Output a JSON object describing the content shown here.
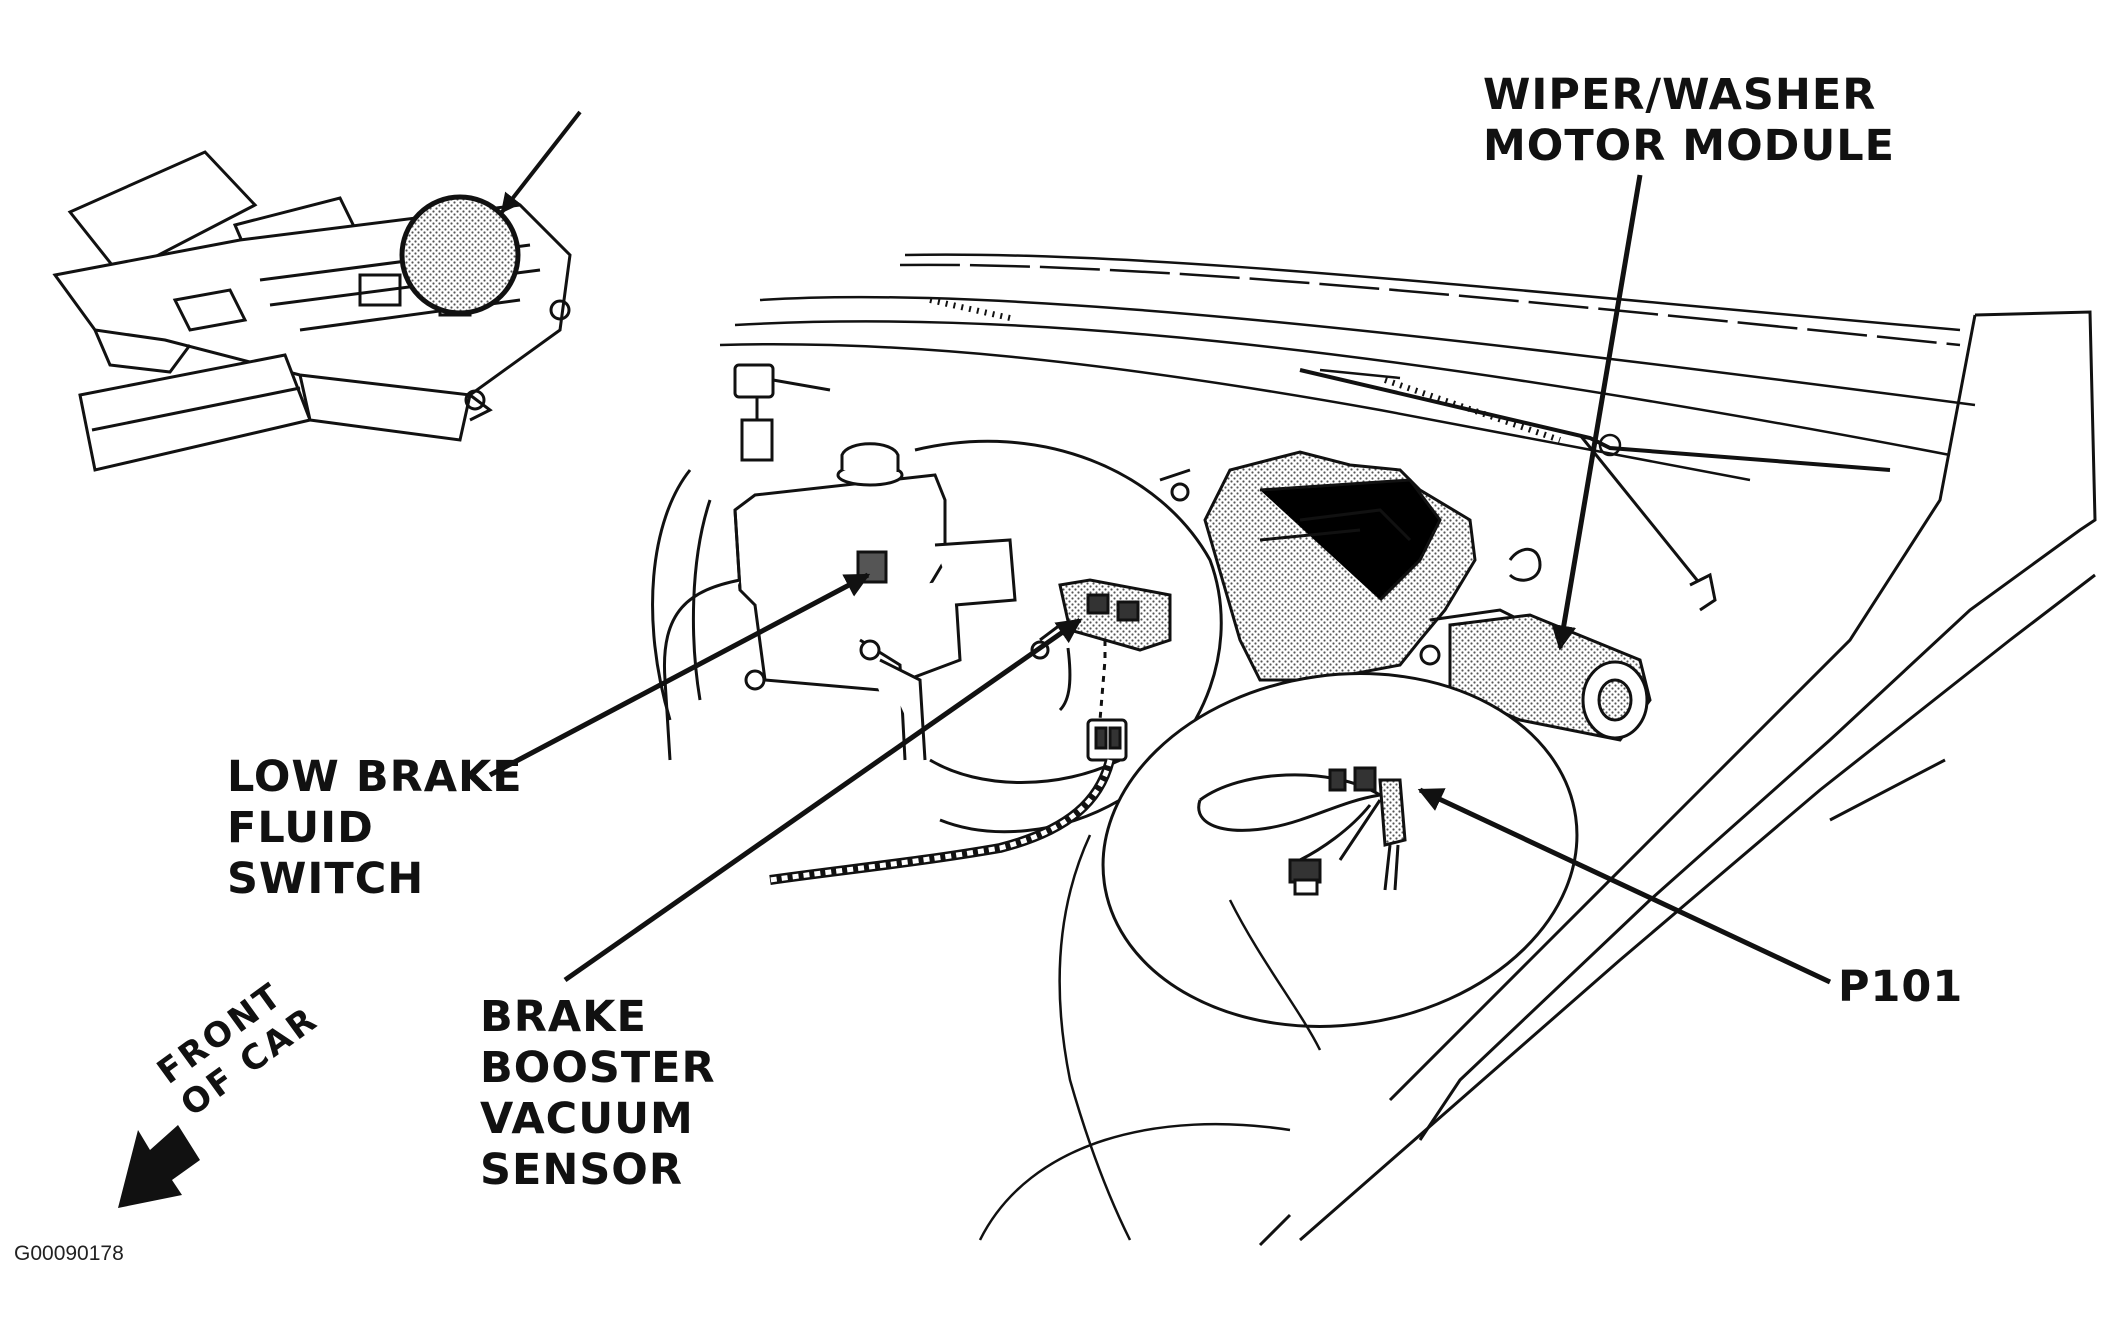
{
  "labels": {
    "wiper_module": [
      "WIPER/WASHER",
      "MOTOR MODULE"
    ],
    "low_brake_fluid_switch": [
      "LOW BRAKE",
      "FLUID",
      "SWITCH"
    ],
    "brake_booster_vacuum_sensor": [
      "BRAKE",
      "BOOSTER",
      "VACUUM",
      "SENSOR"
    ],
    "p101": "P101"
  },
  "orientation": {
    "lines": [
      "FRONT",
      "OF CAR"
    ]
  },
  "figure_id": "G00090178",
  "colors": {
    "ink": "#111111",
    "shading": "#bdbdbd",
    "background": "#ffffff"
  }
}
